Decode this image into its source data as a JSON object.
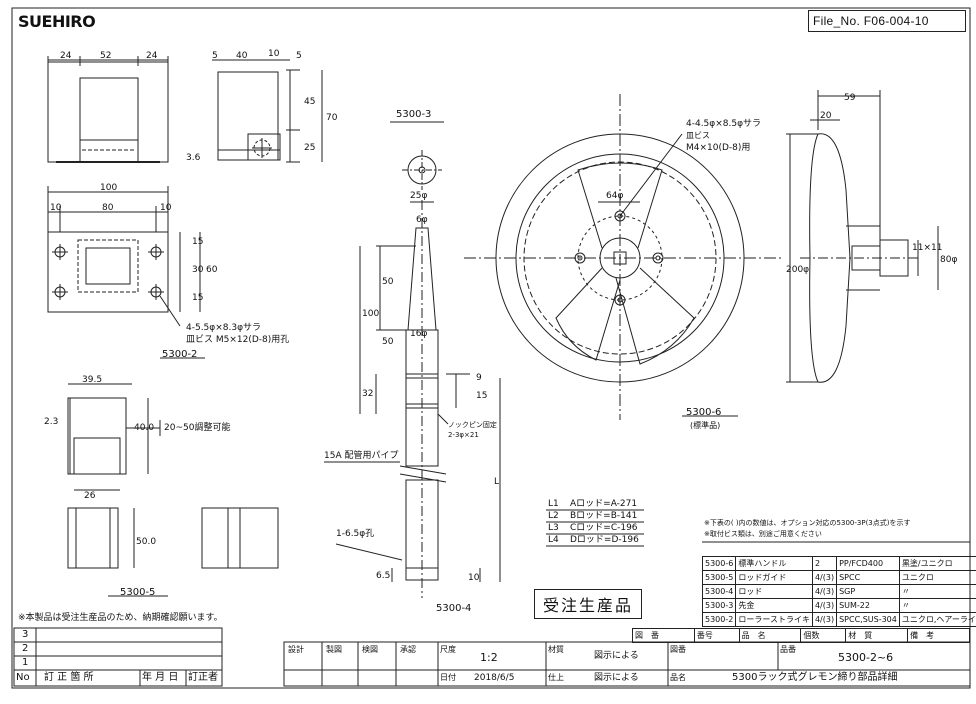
{
  "header": {
    "brand": "SUEHIRO",
    "file_no": "File_No. F06-004-10"
  },
  "stamp": "受注生産品",
  "view_5300_2": {
    "label": "5300-2",
    "dims": [
      "24",
      "52",
      "24",
      "100",
      "10",
      "80",
      "10",
      "15",
      "30",
      "15",
      "60"
    ],
    "side_dims": [
      "5",
      "40",
      "10",
      "5",
      "45",
      "70",
      "25",
      "3.6"
    ],
    "hole_note_1": "4-5.5φ×8.3φサラ",
    "hole_note_2": "皿ビス M5×12(D-8)用孔"
  },
  "view_5300_5": {
    "label": "5300-5",
    "dims": [
      "39.5",
      "2.3",
      "40.0",
      "26",
      "50.0"
    ],
    "adjust_note": "20~50調整可能"
  },
  "view_5300_3": {
    "label": "5300-3"
  },
  "view_5300_4": {
    "label": "5300-4",
    "dims": [
      "25φ",
      "6φ",
      "50",
      "100",
      "50",
      "16φ",
      "9",
      "32",
      "15",
      "6.5",
      "10",
      "L"
    ],
    "pin_note_1": "ノックピン固定",
    "pin_note_2": "2-3φ×21",
    "pipe_note": "15A 配管用パイプ",
    "hole_note": "1-6.5φ孔"
  },
  "rod_table": [
    {
      "label": "L1",
      "text": "Aロッド=A-271"
    },
    {
      "label": "L2",
      "text": "Bロッド=B-141"
    },
    {
      "label": "L3",
      "text": "Cロッド=C-196"
    },
    {
      "label": "L4",
      "text": "Dロッド=D-196"
    }
  ],
  "view_5300_6": {
    "label": "5300-6",
    "sublabel": "(標準品)",
    "dims": [
      "59",
      "20",
      "64φ",
      "200φ",
      "80φ",
      "11×11"
    ],
    "hole_note_1": "4-4.5φ×8.5φサラ",
    "hole_note_2": "皿ビス",
    "hole_note_3": "M4×10(D-8)用"
  },
  "notes": {
    "note1": "※下表の( )内の数値は、オプション対応の5300-3P(3点式)を示す",
    "note2": "※取付ビス類は、別途ご用意ください",
    "order_note": "※本製品は受注生産品のため、納期確認願います。"
  },
  "bom": {
    "rows": [
      [
        "5300-6",
        "標準ハンドル",
        "2",
        "PP/FCD400",
        "黒塗/ユニクロ"
      ],
      [
        "5300-5",
        "ロッドガイド",
        "4/(3)",
        "SPCC",
        "ユニクロ"
      ],
      [
        "5300-4",
        "ロッド",
        "4/(3)",
        "SGP",
        "〃"
      ],
      [
        "5300-3",
        "先金",
        "4/(3)",
        "SUM-22",
        "〃"
      ],
      [
        "5300-2",
        "ローラーストライキ",
        "4/(3)",
        "SPCC,SUS-304",
        "ユニクロ,ヘアーライン"
      ]
    ],
    "headers": [
      "図　番",
      "番号",
      "品　名",
      "個数",
      "材　質",
      "備　考"
    ]
  },
  "revision": {
    "rows": [
      "3",
      "2",
      "1"
    ],
    "headers": [
      "No",
      "訂 正 箇 所",
      "年 月 日",
      "訂正者"
    ]
  },
  "title_block": {
    "labels": [
      "設計",
      "製図",
      "検図",
      "承認",
      "尺度",
      "材質",
      "図番",
      "品番",
      "日付",
      "仕上",
      "品名"
    ],
    "scale": "1:2",
    "material": "図示による",
    "part_no": "5300-2~6",
    "date": "2018/6/5",
    "finish": "図示による",
    "name": "5300ラック式グレモン締り部品詳細"
  }
}
